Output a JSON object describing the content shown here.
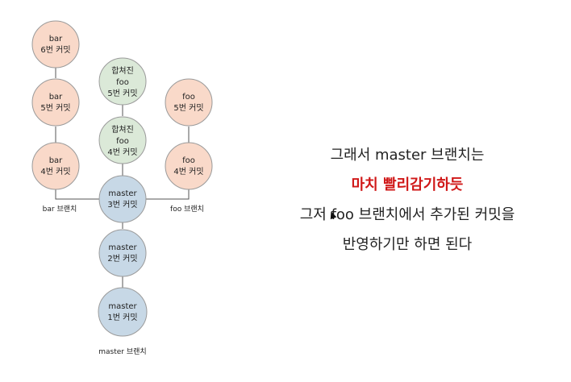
{
  "nodes": {
    "bar6": [
      "bar",
      "6번 커밋"
    ],
    "bar5": [
      "bar",
      "5번 커밋"
    ],
    "bar4": [
      "bar",
      "4번 커밋"
    ],
    "merged5": [
      "합쳐진",
      "foo",
      "5번 커밋"
    ],
    "merged4": [
      "합쳐진",
      "foo",
      "4번 커밋"
    ],
    "foo5": [
      "foo",
      "5번 커밋"
    ],
    "foo4": [
      "foo",
      "4번 커밋"
    ],
    "master3": [
      "master",
      "3번 커밋"
    ],
    "master2": [
      "master",
      "2번 커밋"
    ],
    "master1": [
      "master",
      "1번 커밋"
    ]
  },
  "branch_labels": {
    "bar": "bar 브랜치",
    "foo": "foo 브랜치",
    "master": "master 브랜치"
  },
  "caption": {
    "line1": "그래서 master 브랜치는",
    "line2": "마치 빨리감기하듯",
    "line3": "그저 foo 브랜치에서 추가된 커밋을",
    "line4": "반영하기만 하면 된다"
  },
  "colors": {
    "bar_node": "#f9d9c9",
    "foo_node": "#f9d9c9",
    "merged_node": "#dbe9d8",
    "master_node": "#c7d8e6",
    "highlight_text": "#d01818"
  }
}
